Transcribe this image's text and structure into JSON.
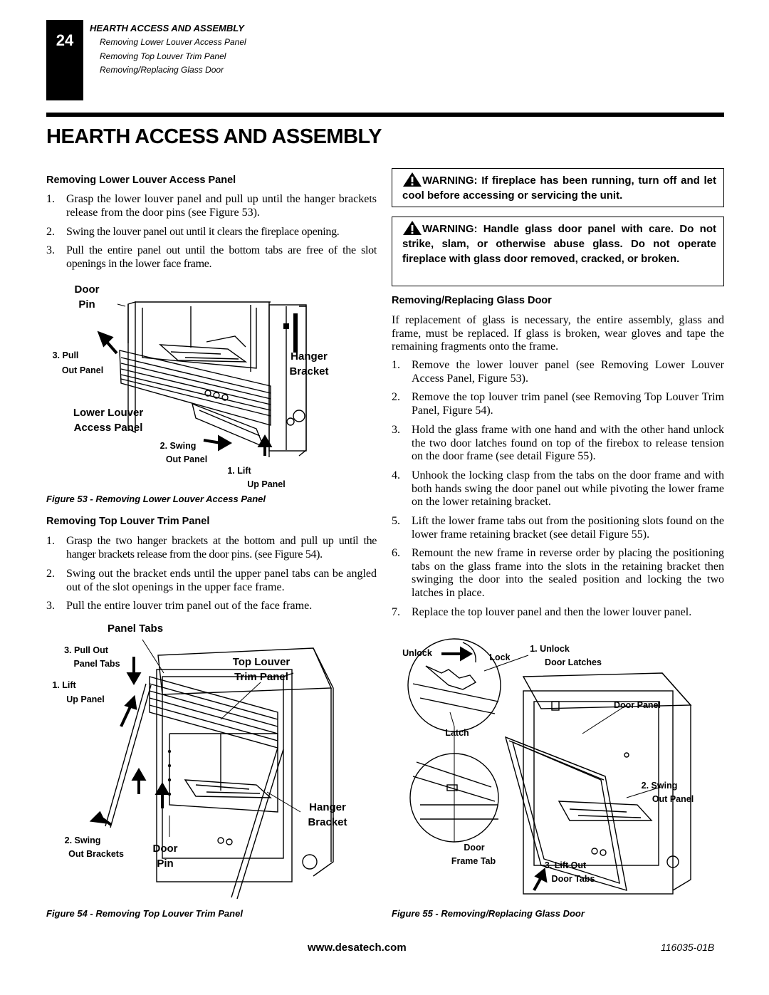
{
  "header": {
    "page_number": "24",
    "section": "HEARTH ACCESS AND ASSEMBLY",
    "subsections": [
      "Removing Lower Louver Access Panel",
      "Removing Top Louver Trim Panel",
      "Removing/Replacing Glass Door"
    ]
  },
  "page_title": "HEARTH ACCESS AND ASSEMBLY",
  "left": {
    "lower_louver": {
      "heading": "Removing Lower Louver Access Panel",
      "steps": [
        "Grasp the lower louver panel and pull up until the hanger brackets release from the door pins (see Figure 53).",
        "Swing the louver panel out until it clears the fireplace opening.",
        "Pull the entire panel out until the bottom tabs are free of the slot openings in the lower face frame."
      ]
    },
    "figure53": {
      "labels": {
        "door_pin_1": "Door",
        "door_pin_2": "Pin",
        "pull_1": "3. Pull",
        "pull_2": "Out Panel",
        "hanger_1": "Hanger",
        "hanger_2": "Bracket",
        "louver_1": "Lower Louver",
        "louver_2": "Access Panel",
        "swing_1": "2. Swing",
        "swing_2": "Out Panel",
        "lift_1": "1.  Lift",
        "lift_2": "Up Panel"
      },
      "caption": "Figure 53 - Removing Lower Louver Access Panel"
    },
    "top_louver": {
      "heading": "Removing Top Louver Trim Panel",
      "steps": [
        "Grasp the two hanger brackets at the bottom and pull up until the hanger brackets release from the door pins. (see Figure 54).",
        "Swing out the bracket ends until the upper panel tabs can be angled out of the slot openings in the upper face frame.",
        "Pull the entire louver trim panel out of the face frame."
      ]
    },
    "figure54": {
      "labels": {
        "panel_tabs": "Panel Tabs",
        "pull_1": "3. Pull Out",
        "pull_2": "Panel Tabs",
        "lift_1": "1.  Lift",
        "lift_2": "Up Panel",
        "top_1": "Top Louver",
        "top_2": "Trim Panel",
        "hanger_1": "Hanger",
        "hanger_2": "Bracket",
        "swing_1": "2. Swing",
        "swing_2": "Out Brackets",
        "door_pin_1": "Door",
        "door_pin_2": "Pin"
      },
      "caption": "Figure 54 - Removing Top Louver Trim Panel"
    }
  },
  "right": {
    "warning1": "WARNING: If fireplace has been running, turn off and let cool before accessing or servicing the unit.",
    "warning2": "WARNING: Handle glass door panel with care. Do not  strike, slam, or otherwise abuse glass. Do not operate fireplace with glass door removed, cracked, or broken.",
    "glass_door": {
      "heading": "Removing/Replacing Glass Door",
      "intro": "If replacement of glass is necessary, the entire assembly, glass and frame, must be replaced. If glass is broken, wear gloves and tape the remaining fragments onto the frame.",
      "steps": [
        "Remove the lower louver panel (see Removing Lower Louver Access Panel, Figure 53).",
        "Remove  the top louver trim panel (see Removing Top Louver Trim Panel, Figure 54).",
        "Hold the glass frame with one hand and with the other hand unlock the two door latches found on top of the firebox to release tension on the door frame (see detail Figure 55).",
        "Unhook the locking clasp from the tabs on the door frame and with both hands swing the door panel out while pivoting the lower frame on the lower retaining bracket.",
        "Lift the lower frame tabs out from the positioning slots found on the lower frame retaining bracket (see detail Figure 55).",
        "Remount the new frame in reverse order by placing the positioning tabs on the glass frame into the slots in the retaining bracket then swinging the door into the sealed position and locking  the two latches in place.",
        "Replace the top louver panel and then the lower louver panel."
      ]
    },
    "figure55": {
      "labels": {
        "unlock": "Unlock",
        "lock": "Lock",
        "unlock_latches_1": "1. Unlock",
        "unlock_latches_2": "Door Latches",
        "door_panel": "Door Panel",
        "latch": "Latch",
        "swing_1": "2. Swing",
        "swing_2": "Out Panel",
        "frame_tab_1": "Door",
        "frame_tab_2": "Frame Tab",
        "lift_1": "3. Lift Out",
        "lift_2": "Door Tabs"
      },
      "caption": "Figure 55 - Removing/Replacing Glass Door"
    }
  },
  "footer": {
    "url": "www.desatech.com",
    "code": "116035-01B"
  }
}
